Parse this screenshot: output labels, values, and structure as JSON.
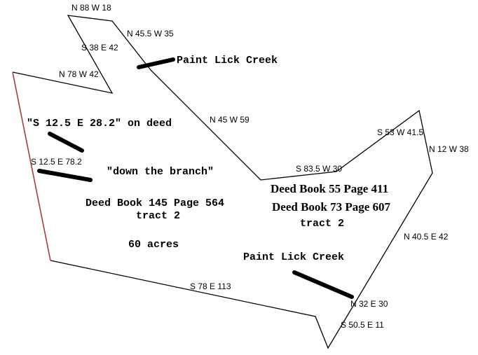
{
  "colors": {
    "background": "#ffffff",
    "boundary": "#000000",
    "red_course": "#a04040"
  },
  "bearing_labels": [
    "N 88 W 18",
    "N 45.5 W 35",
    "S 38 E 42",
    "N 78 W 42",
    "N 45 W 59",
    "S 53 W 41.5",
    "N 12 W 38",
    "S 12.5 E 78.2",
    "S 83.5 W 30",
    "N 40.5 E 42",
    "S 78 E 113",
    "N 32 E 30",
    "S 50.5 E 11"
  ],
  "annotations": {
    "deed_quote": "\"S 12.5 E 28.2\" on deed",
    "branch_note": "\"down the branch\"",
    "creek_top": "Paint Lick Creek",
    "creek_bottom": "Paint Lick Creek",
    "left_deed_book": "Deed Book 145 Page 564",
    "left_tract": "tract 2",
    "acreage": "60 acres",
    "right_deed_book_1": "Deed Book 55 Page 411",
    "right_deed_book_2": "Deed Book 73 Page 607",
    "right_tract": "tract 2"
  }
}
